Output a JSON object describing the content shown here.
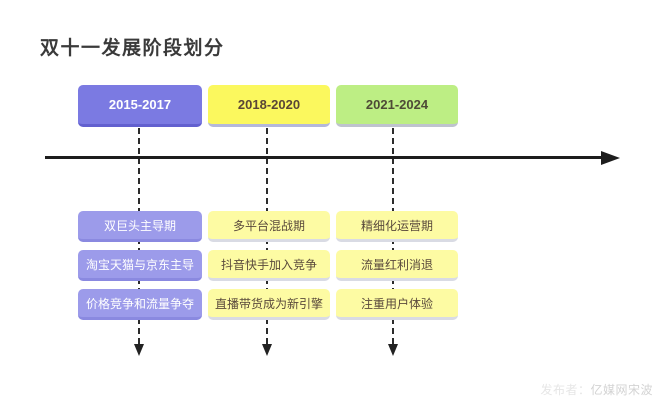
{
  "title": "双十一发展阶段划分",
  "stages": [
    {
      "period": "2015-2017",
      "theme_color": "#7b7ae2",
      "row_color": "#9c9bea",
      "labels": [
        "双巨头主导期",
        "淘宝天猫与京东主导",
        "价格竞争和流量争夺"
      ]
    },
    {
      "period": "2018-2020",
      "theme_color": "#fbf85e",
      "row_color": "#fdfba3",
      "labels": [
        "多平台混战期",
        "抖音快手加入竞争",
        "直播带货成为新引擎"
      ]
    },
    {
      "period": "2021-2024",
      "theme_color": "#bdee84",
      "row_color": "#fdfba3",
      "labels": [
        "精细化运营期",
        "流量红利消退",
        "注重用户体验"
      ]
    }
  ],
  "timeline": {
    "axis_color": "#1d1d1d",
    "dash_color": "#2b2b2b",
    "direction": "left-to-right"
  },
  "watermark": {
    "prefix": "发布者：",
    "name": "亿媒网宋波"
  }
}
